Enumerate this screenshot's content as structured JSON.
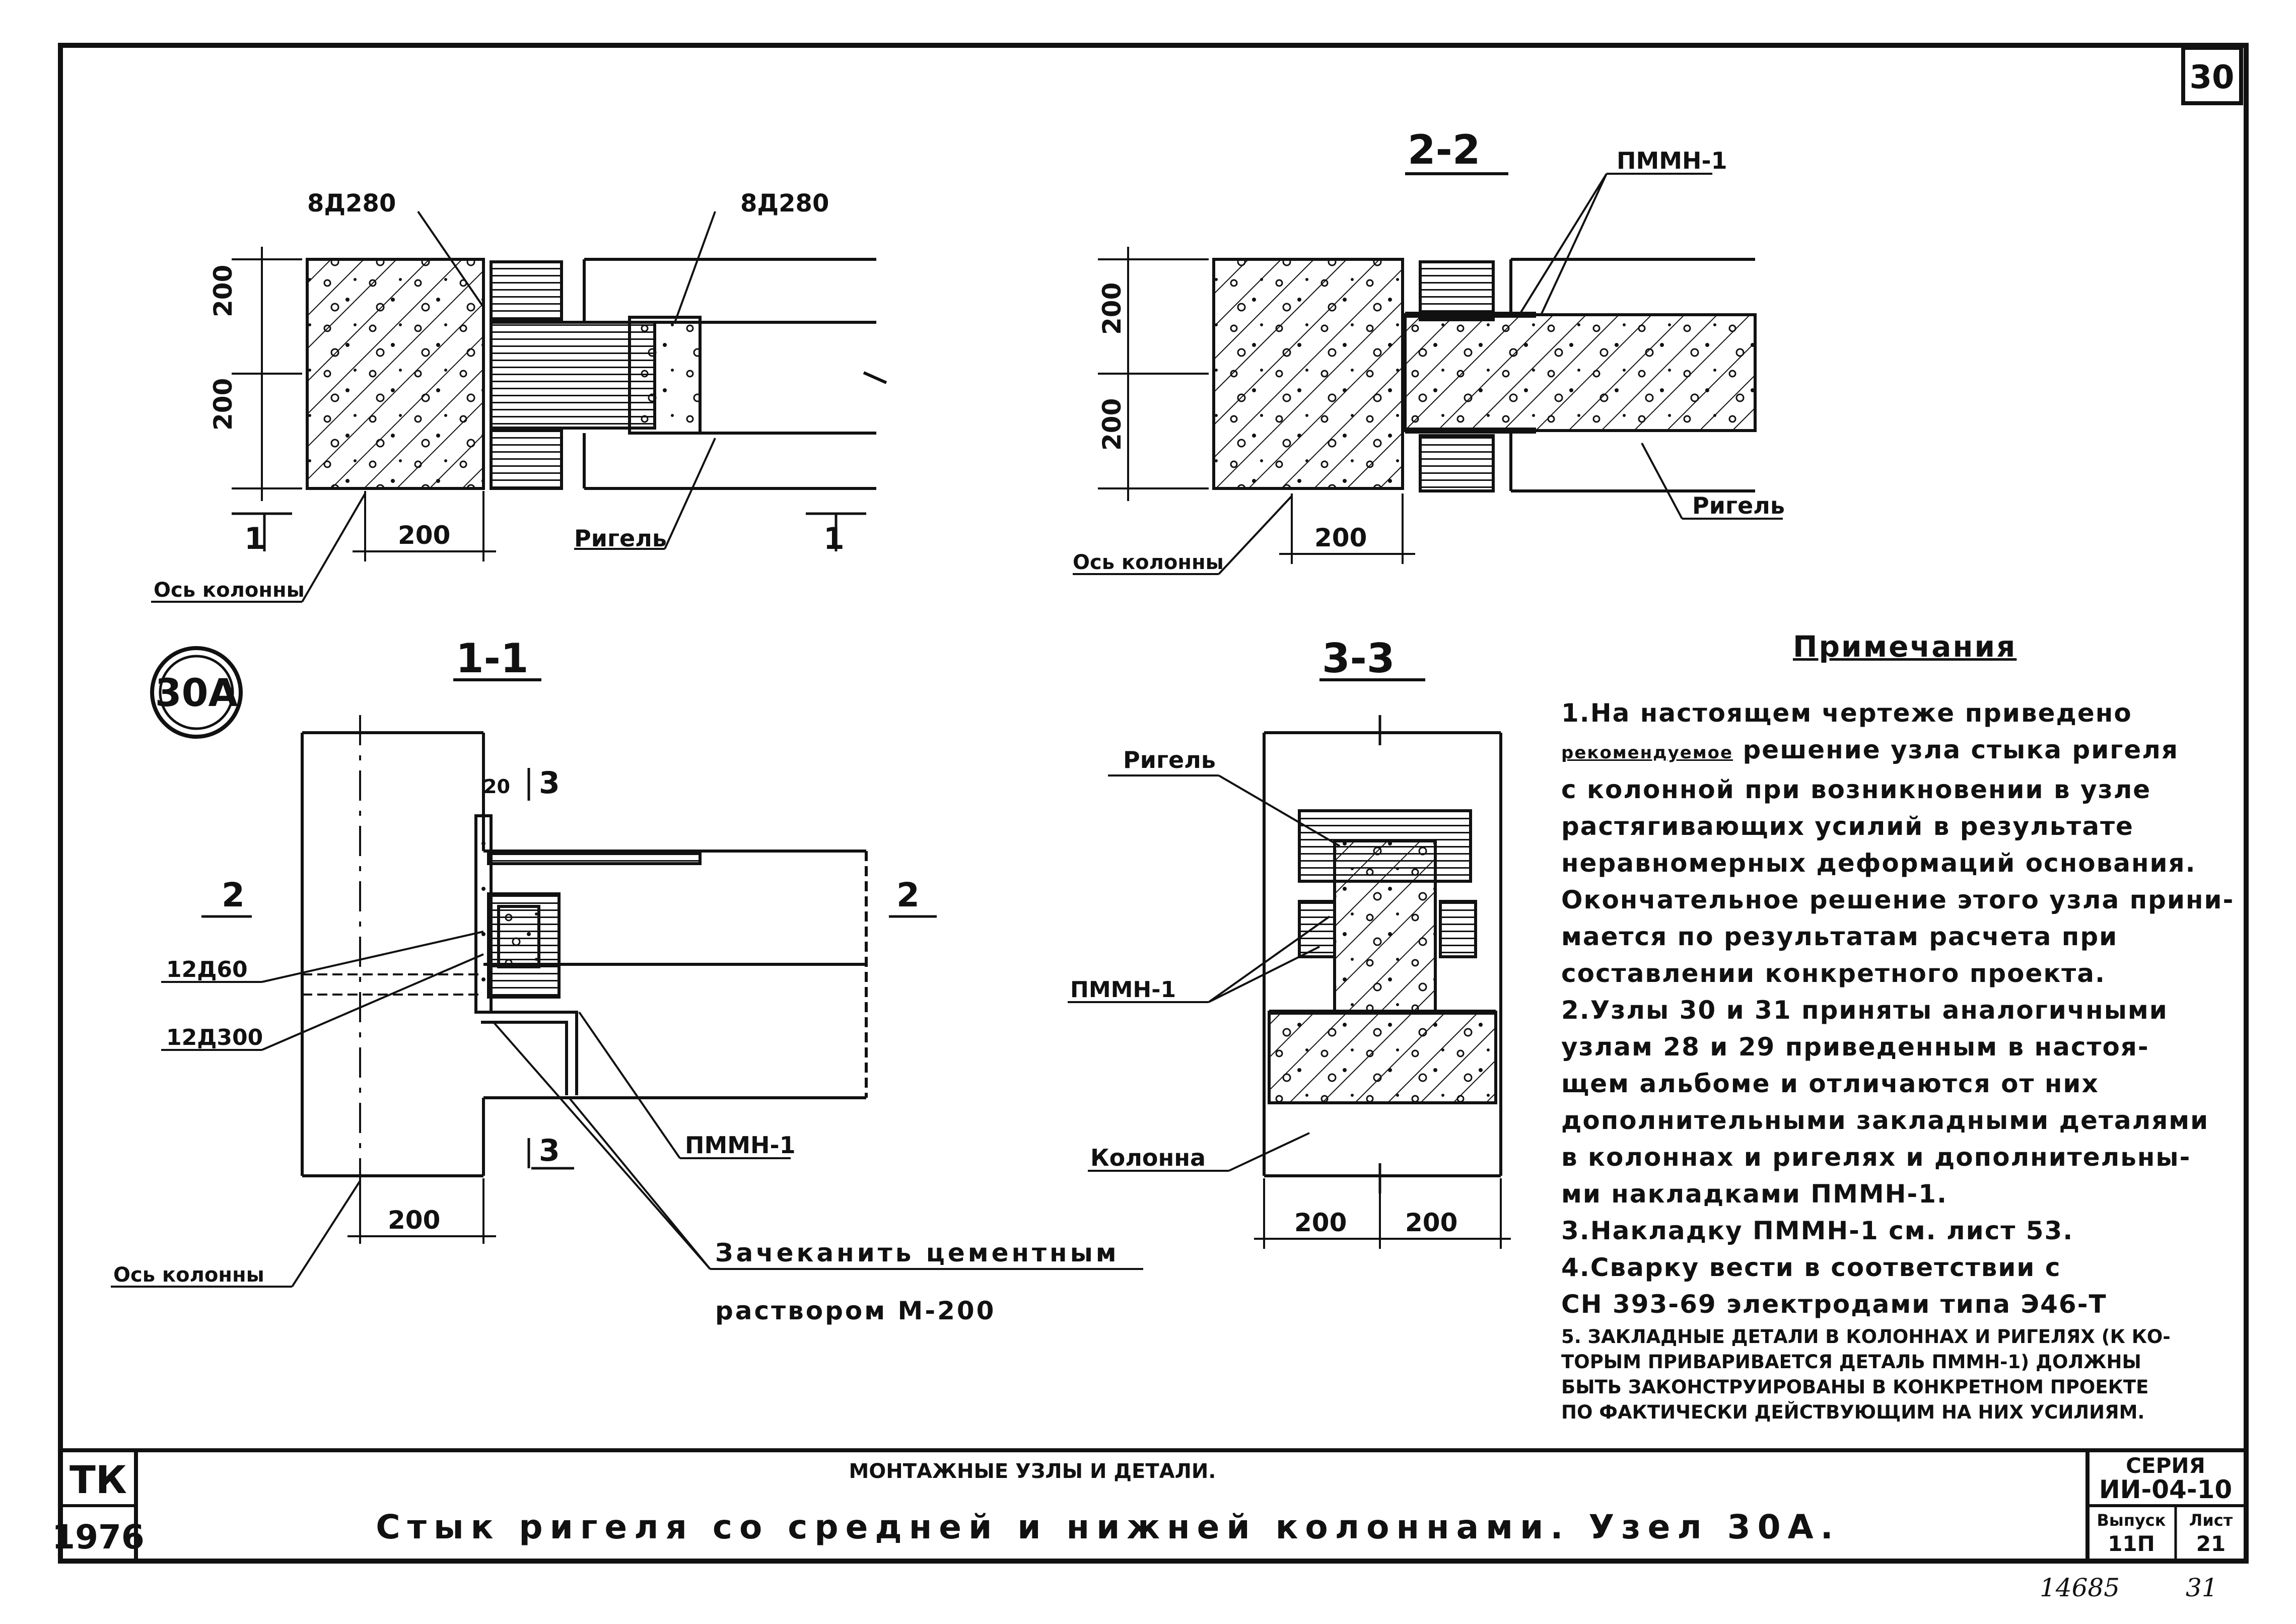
{
  "sheet": {
    "number": "30"
  },
  "stamp": {
    "node": "30А"
  },
  "view_1": {
    "rebar_left": "8Д280",
    "rebar_right": "8Д280",
    "dim_top": "200",
    "dim_bottom": "200",
    "dim_width": "200",
    "section_mark": "1",
    "beam_label": "Ригель",
    "axis_label": "Ось колонны"
  },
  "view_2_2": {
    "title": "2-2",
    "plate_label": "ПММН-1",
    "dim_top": "200",
    "dim_bottom": "200",
    "dim_width": "200",
    "beam_label": "Ригель",
    "axis_label": "Ось колонны"
  },
  "view_1_1": {
    "title": "1-1",
    "dim_small": "20",
    "section_3": "3",
    "section_2": "2",
    "rebar_a": "12Д60",
    "rebar_b": "12Д300",
    "plate_label": "ПММН-1",
    "dim_width": "200",
    "axis_label": "Ось колонны",
    "grout_line1": "Зачеканить цементным",
    "grout_line2": "раствором М-200"
  },
  "view_3_3": {
    "title": "3-3",
    "beam_label": "Ригель",
    "plate_label": "ПММН-1",
    "column_label": "Колонна",
    "dim_left": "200",
    "dim_right": "200"
  },
  "notes": {
    "title": "Примечания",
    "items": [
      "1.На настоящем чертеже приведено",
      "рекомендуемое",
      " решение узла стыка ригеля",
      "с колонной при возникновении в узле",
      "растягивающих усилий в результате",
      "неравномерных деформаций основания.",
      "Окончательное решение этого узла прини-",
      "мается по результатам расчета при",
      "составлении конкретного проекта.",
      "2.Узлы 30 и 31 приняты аналогичными",
      "узлам 28 и 29 приведенным в настоя-",
      "щем альбоме и отличаются от них",
      "дополнительными закладными деталями",
      "в колоннах и ригелях и дополнительны-",
      "ми накладками ПММН-1.",
      "3.Накладку ПММН-1 см. лист 53.",
      "4.Сварку вести в соответствии с",
      "СН 393-69 электродами типа Э46-Т",
      "5. ЗАКЛАДНЫЕ ДЕТАЛИ В КОЛОННАХ И РИГЕЛЯХ (К КО-",
      "ТОРЫМ ПРИВАРИВАЕТСЯ ДЕТАЛЬ ПММН-1) ДОЛЖНЫ",
      "БЫТЬ ЗАКОНСТРУИРОВАНЫ В КОНКРЕТНОМ ПРОЕКТЕ",
      "ПО ФАКТИЧЕСКИ ДЕЙСТВУЮЩИМ НА НИХ УСИЛИЯМ."
    ]
  },
  "title_block": {
    "org": "ТК",
    "year": "1976",
    "subtitle": "МОНТАЖНЫЕ УЗЛЫ И ДЕТАЛИ.",
    "title": "Стык ригеля со средней и нижней колоннами. Узел 30А.",
    "series_label": "СЕРИЯ",
    "series_value": "ИИ-04-10",
    "issue_label": "Выпуск",
    "issue_value": "11П",
    "sheet_label": "Лист",
    "sheet_value": "21"
  },
  "footer": {
    "inventory": "14685",
    "page": "31"
  },
  "colors": {
    "ink": "#111111",
    "paper": "#ffffff"
  }
}
